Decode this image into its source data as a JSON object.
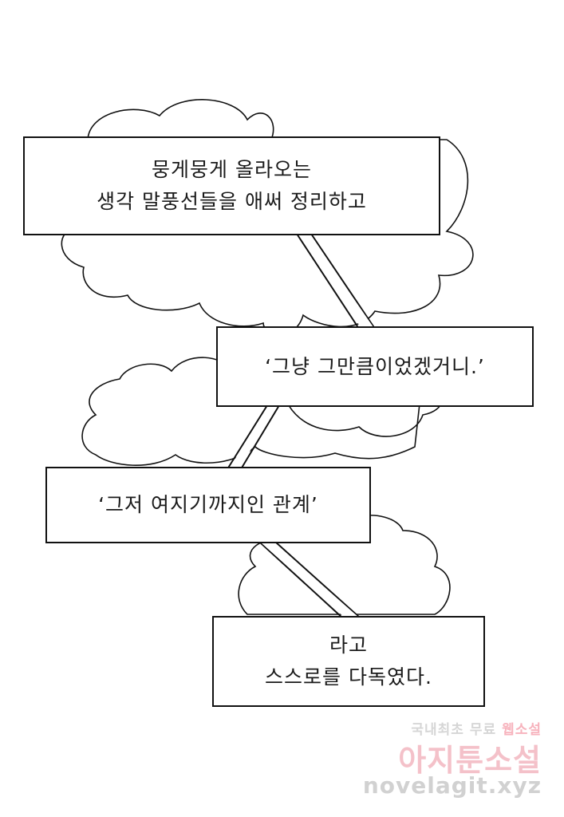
{
  "captions": {
    "caption1": {
      "line1": "뭉게뭉게 올라오는",
      "line2": "생각 말풍선들을 애써 정리하고"
    },
    "caption2": {
      "line1": "‘그냥 그만큼이었겠거니.’"
    },
    "caption3": {
      "line1": "‘그저 여지기까지인 관계’"
    },
    "caption4": {
      "line1": "라고",
      "line2": "스스로를 다독였다."
    }
  },
  "watermark": {
    "line1_gray": "국내최초 무료",
    "line1_pink": "웹소설",
    "line2": "아지툰소설",
    "line3": "novelagit.xyz"
  },
  "colors": {
    "ink": "#111111",
    "background": "#ffffff",
    "watermark_pink": "#f3b7c0",
    "watermark_gray": "#cfcfcf"
  }
}
